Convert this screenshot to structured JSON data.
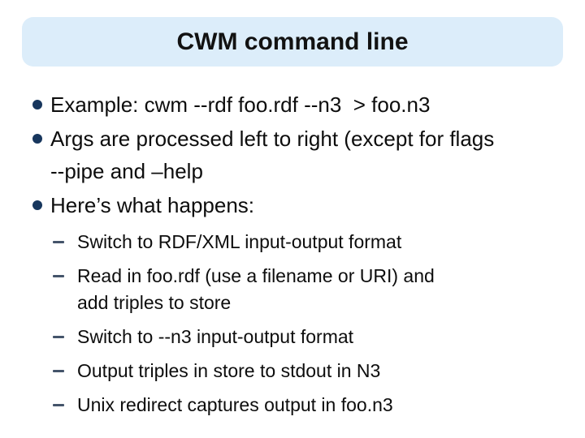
{
  "slide": {
    "title": "CWM command line",
    "colors": {
      "background": "#FFFFFF",
      "title_bg": "#DCEDFA",
      "bullet": "#17365D",
      "dash": "#44546A",
      "text": "#0D0D0D"
    },
    "bullets": [
      {
        "level": 1,
        "lines": [
          "Example: cwm --rdf foo.rdf --n3  > foo.n3"
        ]
      },
      {
        "level": 1,
        "lines": [
          "Args are processed left to right (except for flags",
          "--pipe and –help"
        ]
      },
      {
        "level": 1,
        "lines": [
          "Here’s what happens:"
        ]
      },
      {
        "level": 2,
        "lines": [
          "Switch to RDF/XML input-output format"
        ]
      },
      {
        "level": 2,
        "lines": [
          "Read in foo.rdf (use a filename or URI) and",
          "add triples to store"
        ]
      },
      {
        "level": 2,
        "lines": [
          "Switch to --n3 input-output format"
        ]
      },
      {
        "level": 2,
        "lines": [
          "Output triples in store to stdout in N3"
        ]
      },
      {
        "level": 2,
        "lines": [
          "Unix redirect captures output in foo.n3"
        ]
      }
    ]
  }
}
